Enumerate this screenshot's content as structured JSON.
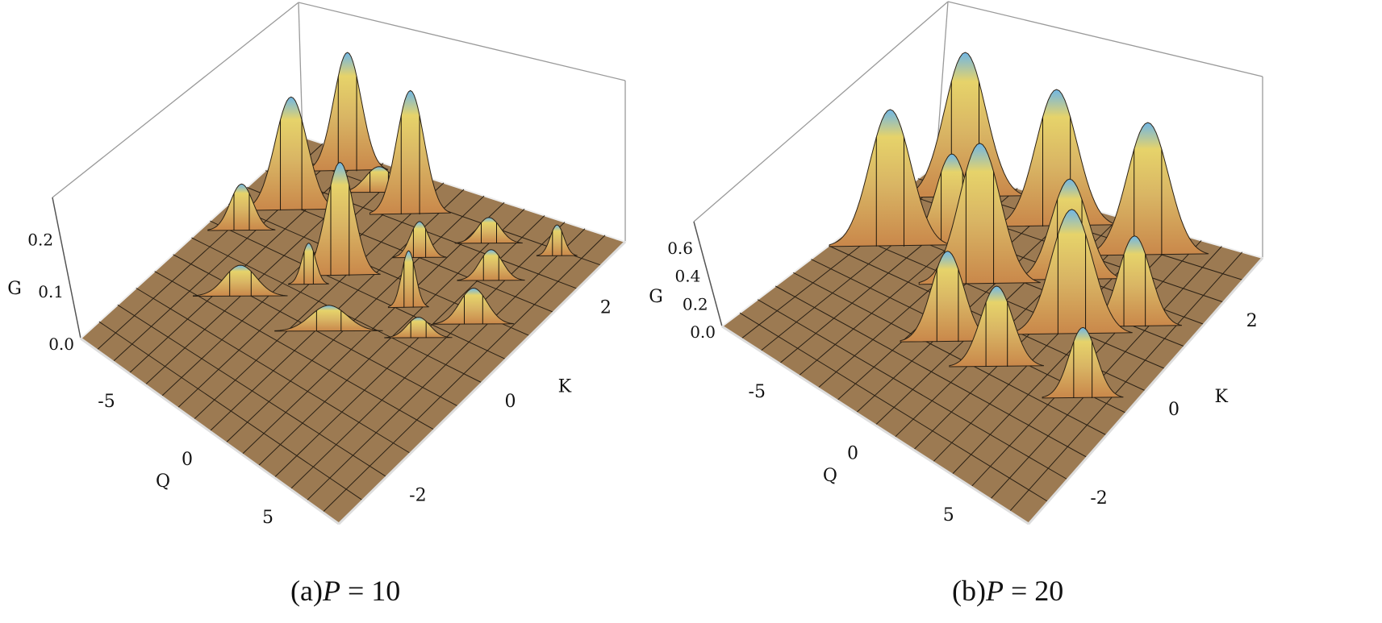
{
  "chart_data": [
    {
      "type": "surface3d",
      "caption_prefix": "(a)",
      "caption_var": "P",
      "caption_rest": " = 10",
      "xlabel": "Q",
      "ylabel": "K",
      "zlabel": "G",
      "xlim": [
        -8,
        8
      ],
      "ylim": [
        -3,
        3
      ],
      "zlim": [
        0,
        0.27
      ],
      "xticks": [
        "-5",
        "0",
        "5"
      ],
      "xtick_values": [
        -5,
        0,
        5
      ],
      "yticks": [
        "-2",
        "0",
        "2"
      ],
      "ytick_values": [
        -2,
        0,
        2
      ],
      "zticks": [
        "0.0",
        "0.1",
        "0.2"
      ],
      "ztick_values": [
        0,
        0.1,
        0.2
      ],
      "peaks": [
        {
          "Q": -6.5,
          "K": 0.6,
          "G": 0.09,
          "w": 0.5
        },
        {
          "Q": -5.5,
          "K": 1.4,
          "G": 0.22,
          "w": 0.7
        },
        {
          "Q": -5.0,
          "K": 2.6,
          "G": 0.23,
          "w": 0.6
        },
        {
          "Q": -4.0,
          "K": -0.6,
          "G": 0.06,
          "w": 0.7
        },
        {
          "Q": -3.0,
          "K": 2.4,
          "G": 0.05,
          "w": 0.6
        },
        {
          "Q": -2.0,
          "K": 0.2,
          "G": 0.08,
          "w": 0.3
        },
        {
          "Q": -1.0,
          "K": 2.2,
          "G": 0.24,
          "w": 0.6
        },
        {
          "Q": -1.2,
          "K": 0.6,
          "G": 0.22,
          "w": 0.6
        },
        {
          "Q": 0.5,
          "K": -0.4,
          "G": 0.05,
          "w": 0.8
        },
        {
          "Q": 1.0,
          "K": 1.5,
          "G": 0.07,
          "w": 0.4
        },
        {
          "Q": 2.5,
          "K": 0.6,
          "G": 0.11,
          "w": 0.3
        },
        {
          "Q": 3.0,
          "K": 2.2,
          "G": 0.05,
          "w": 0.5
        },
        {
          "Q": 4.0,
          "K": 0.2,
          "G": 0.04,
          "w": 0.5
        },
        {
          "Q": 4.5,
          "K": 1.6,
          "G": 0.06,
          "w": 0.5
        },
        {
          "Q": 5.5,
          "K": 0.8,
          "G": 0.07,
          "w": 0.6
        },
        {
          "Q": 6.0,
          "K": 2.4,
          "G": 0.06,
          "w": 0.3
        }
      ]
    },
    {
      "type": "surface3d",
      "caption_prefix": "(b)",
      "caption_var": "P",
      "caption_rest": " = 20",
      "xlabel": "Q",
      "ylabel": "K",
      "zlabel": "G",
      "xlim": [
        -8,
        8
      ],
      "ylim": [
        -3,
        3
      ],
      "zlim": [
        0,
        0.75
      ],
      "xticks": [
        "-5",
        "0",
        "5"
      ],
      "xtick_values": [
        -5,
        0,
        5
      ],
      "yticks": [
        "-2",
        "0",
        "2"
      ],
      "ytick_values": [
        -2,
        0,
        2
      ],
      "zticks": [
        "0.0",
        "0.2",
        "0.4",
        "0.6"
      ],
      "ztick_values": [
        0,
        0.2,
        0.4,
        0.6
      ],
      "peaks": [
        {
          "Q": -5.5,
          "K": 2.4,
          "G": 0.72,
          "w": 0.9
        },
        {
          "Q": -6.0,
          "K": 0.6,
          "G": 0.68,
          "w": 0.9
        },
        {
          "Q": -4.0,
          "K": 1.2,
          "G": 0.45,
          "w": 0.7
        },
        {
          "Q": -1.0,
          "K": 2.4,
          "G": 0.68,
          "w": 0.9
        },
        {
          "Q": -1.5,
          "K": 0.6,
          "G": 0.7,
          "w": 0.9
        },
        {
          "Q": -0.5,
          "K": -0.8,
          "G": 0.45,
          "w": 0.7
        },
        {
          "Q": 1.5,
          "K": 1.4,
          "G": 0.5,
          "w": 0.8
        },
        {
          "Q": 3.5,
          "K": 2.4,
          "G": 0.66,
          "w": 0.9
        },
        {
          "Q": 3.5,
          "K": 0.4,
          "G": 0.62,
          "w": 0.9
        },
        {
          "Q": 2.0,
          "K": -0.8,
          "G": 0.4,
          "w": 0.7
        },
        {
          "Q": 5.5,
          "K": 1.0,
          "G": 0.45,
          "w": 0.7
        },
        {
          "Q": 6.0,
          "K": -0.6,
          "G": 0.35,
          "w": 0.6
        }
      ]
    }
  ],
  "colors": {
    "floor": "#9c7a52",
    "grid": "#2a2014",
    "base": "#c9874a",
    "mid": "#e6d36a",
    "top": "#6fb6e6",
    "box": "#9a9a9a"
  }
}
